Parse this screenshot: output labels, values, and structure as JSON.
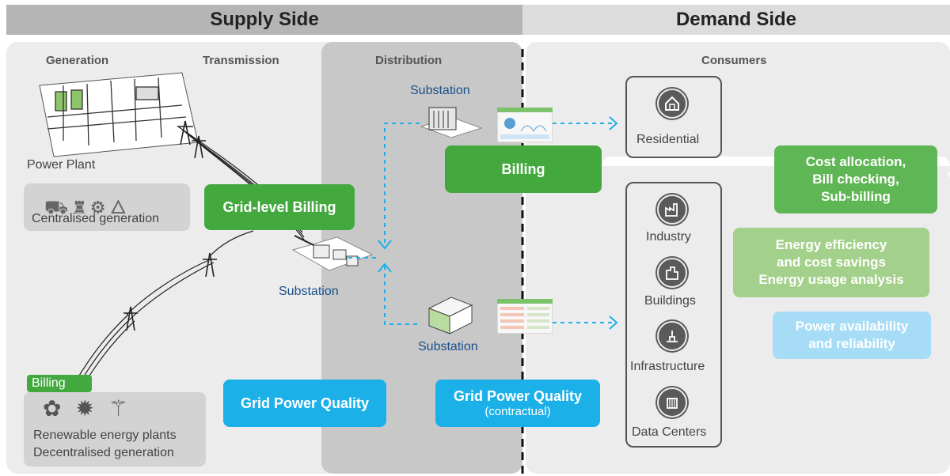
{
  "header": {
    "supply_title": "Supply Side",
    "demand_title": "Demand Side"
  },
  "columns": {
    "generation": "Generation",
    "transmission": "Transmission",
    "distribution": "Distribution",
    "consumers": "Consumers"
  },
  "supply": {
    "power_plant": "Power Plant",
    "centralised": "Centralised generation",
    "grid_billing": "Grid-level Billing",
    "billing_tag": "Billing",
    "renewable": "Renewable energy plants",
    "decentralised": "Decentralised generation",
    "grid_power_quality": "Grid Power Quality",
    "substation_trans": "Substation"
  },
  "distribution": {
    "substation_top": "Substation",
    "substation_bottom": "Substation",
    "billing": "Billing",
    "gpq_title": "Grid Power Quality",
    "gpq_sub": "(contractual)"
  },
  "consumers": {
    "residential": "Residential",
    "industry": "Industry",
    "buildings": "Buildings",
    "infrastructure": "Infrastructure",
    "data_centers": "Data Centers"
  },
  "benefits": {
    "cost_lines": [
      "Cost allocation,",
      "Bill checking,",
      "Sub-billing"
    ],
    "efficiency_lines": [
      "Energy efficiency",
      "and cost savings",
      "Energy usage analysis"
    ],
    "availability_lines": [
      "Power availability",
      "and reliability"
    ]
  },
  "colors": {
    "green": "#43a93f",
    "light_green": "#a3d08a",
    "blue": "#1cb0e8",
    "light_blue": "#a6dcf5",
    "panel": "#ececec",
    "dist_panel": "#c8c8c8"
  }
}
